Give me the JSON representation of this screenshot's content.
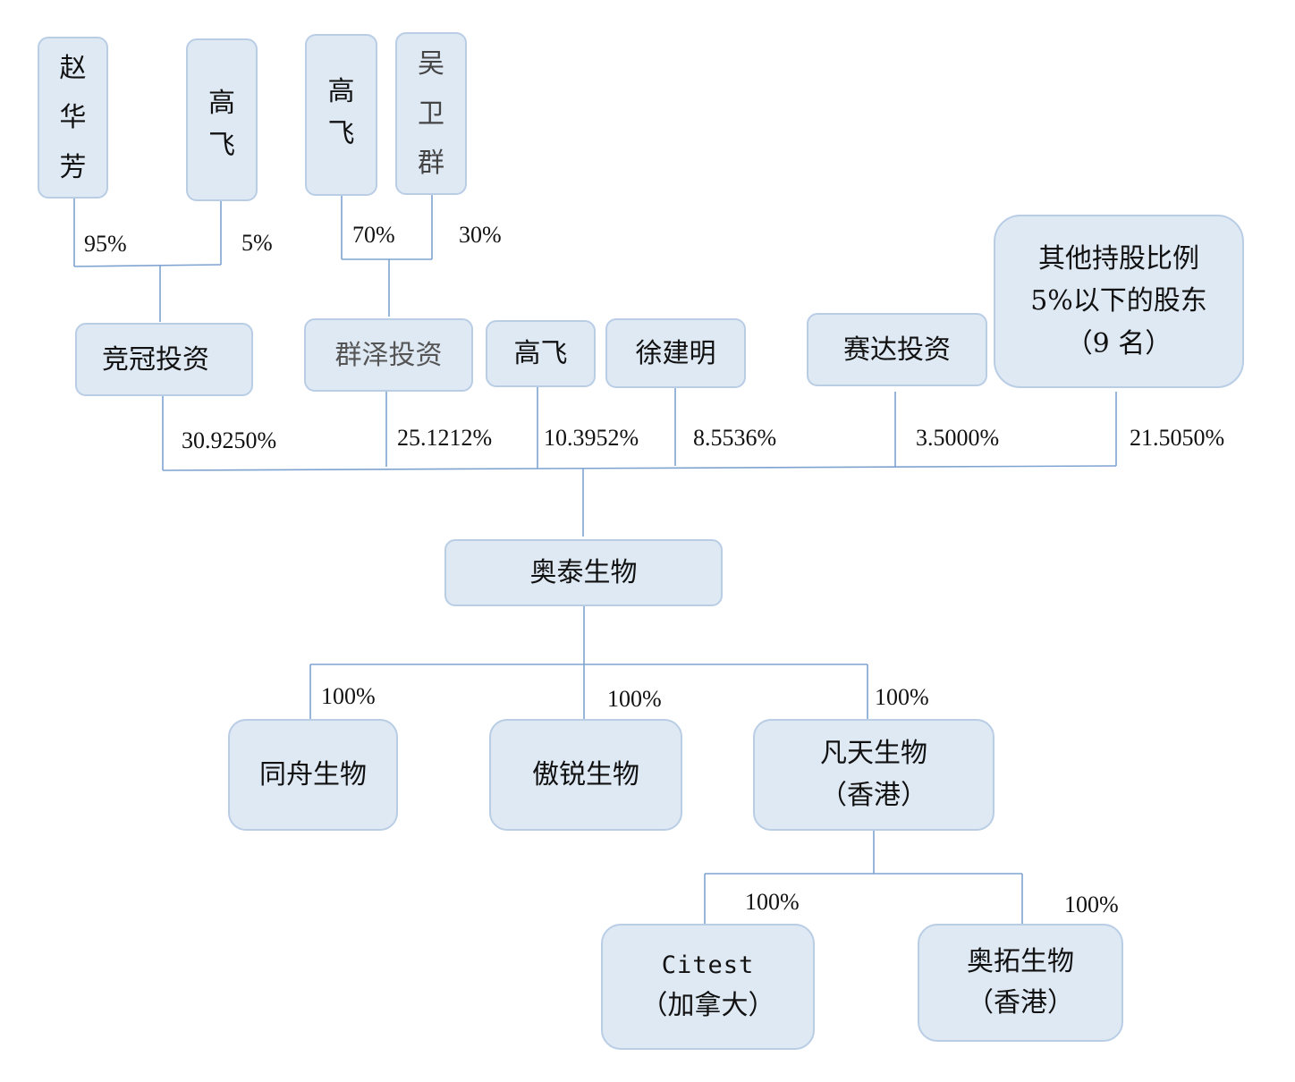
{
  "colors": {
    "box_fill": "#dfe9f4",
    "box_border": "#b9cde5",
    "connector": "#7fa3d1"
  },
  "top_shareholders": {
    "zhao_huafang": [
      "赵",
      "华",
      "芳"
    ],
    "gao_fei_a": [
      "高",
      "飞"
    ],
    "gao_fei_b": [
      "高",
      "飞"
    ],
    "wu_weiqun": [
      "吴",
      "卫",
      "群"
    ]
  },
  "top_pct": {
    "zhao": "95%",
    "gao_a": "5%",
    "gao_b": "70%",
    "wu": "30%"
  },
  "shareholders": {
    "jingguan": "竞冠投资",
    "qunze": "群泽投资",
    "gaofei": "高飞",
    "xujianming": "徐建明",
    "saida": "赛达投资",
    "others": [
      "其他持股比例",
      "5%以下的股东",
      "（9 名）"
    ]
  },
  "holding_pct": {
    "jingguan": "30.9250%",
    "qunze": "25.1212%",
    "gaofei": "10.3952%",
    "xujianming": "8.5536%",
    "saida": "3.5000%",
    "others": "21.5050%"
  },
  "company": "奥泰生物",
  "subsidiaries": {
    "tongzhou": "同舟生物",
    "aorui": "傲锐生物",
    "fantian": [
      "凡天生物",
      "（香港）"
    ]
  },
  "sub_pct": {
    "tongzhou": "100%",
    "aorui": "100%",
    "fantian": "100%"
  },
  "fantian_subs": {
    "citest": [
      "Citest",
      "（加拿大）"
    ],
    "aotuo": [
      "奥拓生物",
      "（香港）"
    ]
  },
  "fantian_sub_pct": {
    "citest": "100%",
    "aotuo": "100%"
  }
}
